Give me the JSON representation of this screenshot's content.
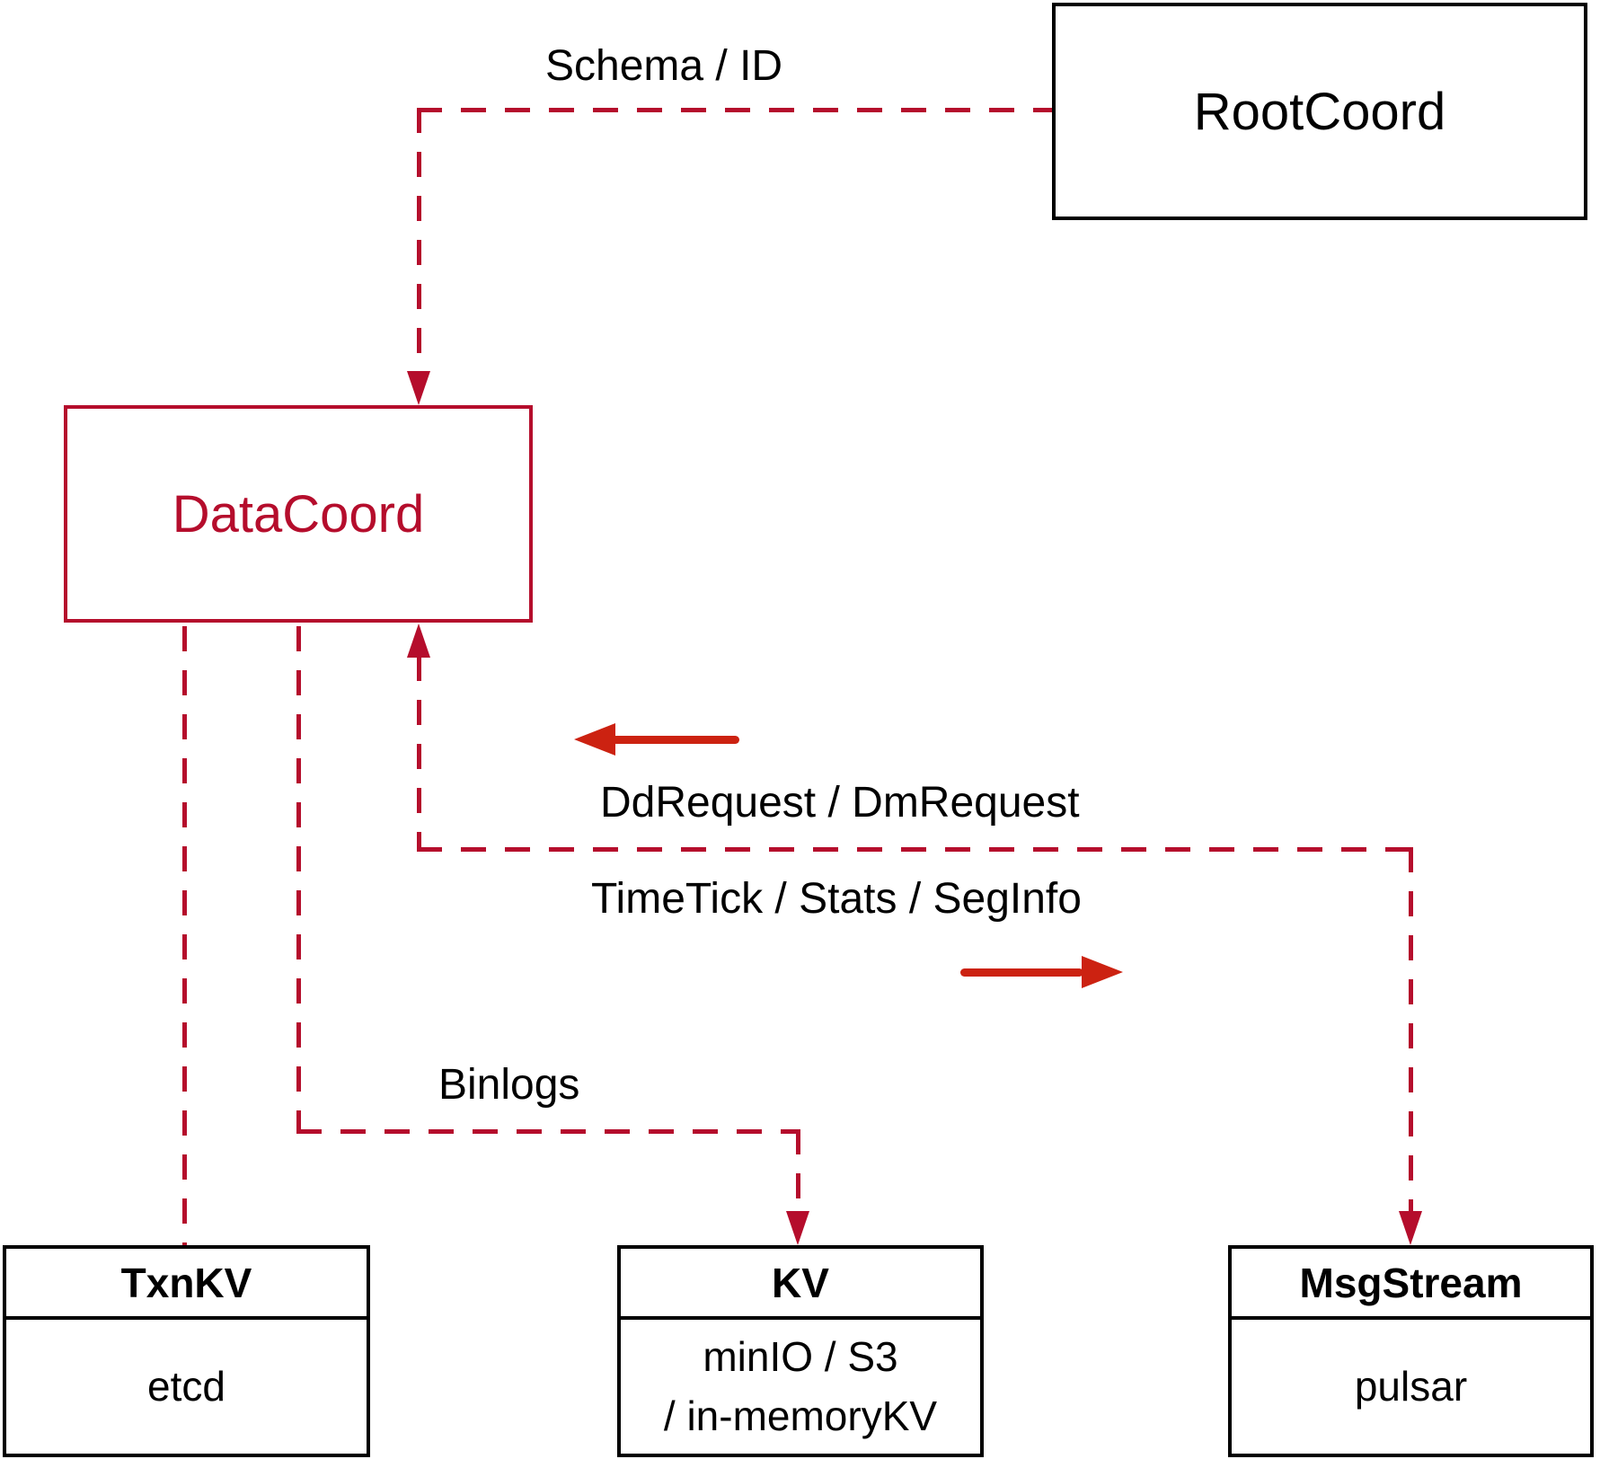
{
  "colors": {
    "line_red": "#b50d2c",
    "arrow_red": "#cc2211",
    "text_black": "#000000"
  },
  "nodes": {
    "rootcoord": {
      "label": "RootCoord"
    },
    "datacoord": {
      "label": "DataCoord"
    },
    "txnkv": {
      "title": "TxnKV",
      "body": "etcd"
    },
    "kv": {
      "title": "KV",
      "body_line1": "minIO / S3",
      "body_line2": "/ in-memoryKV"
    },
    "msgstream": {
      "title": "MsgStream",
      "body": "pulsar"
    }
  },
  "edge_labels": {
    "schema_id": "Schema / ID",
    "dd_dm_request": "DdRequest / DmRequest",
    "timetick_stats_seginfo": "TimeTick / Stats / SegInfo",
    "binlogs": "Binlogs"
  }
}
